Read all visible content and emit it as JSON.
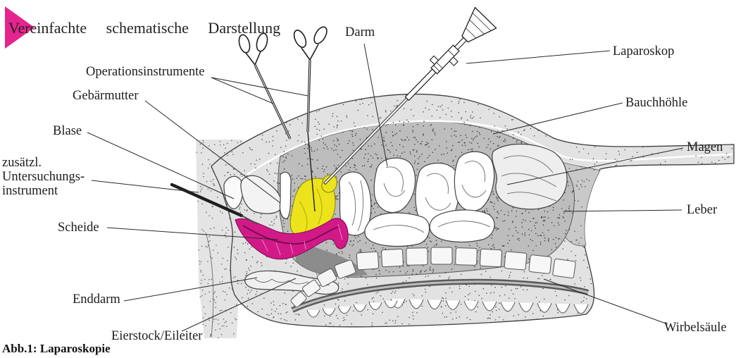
{
  "title": "Vereinfachte schematische Darstellung",
  "caption": "Abb.1: Laparoskopie",
  "labels": {
    "darm": "Darm",
    "laparoskop": "Laparoskop",
    "operationsinstrumente": "Operationsinstrumente",
    "gebaermutter": "Gebärmutter",
    "bauchhoehle": "Bauchhöhle",
    "blase": "Blase",
    "magen": "Magen",
    "zusaetzl_instrument": [
      "zusätzl.",
      "Untersuchungs-",
      "instrument"
    ],
    "leber": "Leber",
    "scheide": "Scheide",
    "enddarm": "Enddarm",
    "eierstock_eileiter": "Eierstock/Eileiter",
    "wirbelsaeule": "Wirbelsäule"
  },
  "colors": {
    "title_marker": "#e5248e",
    "uterus": "#ece31c",
    "vagina": "#d11a88"
  }
}
